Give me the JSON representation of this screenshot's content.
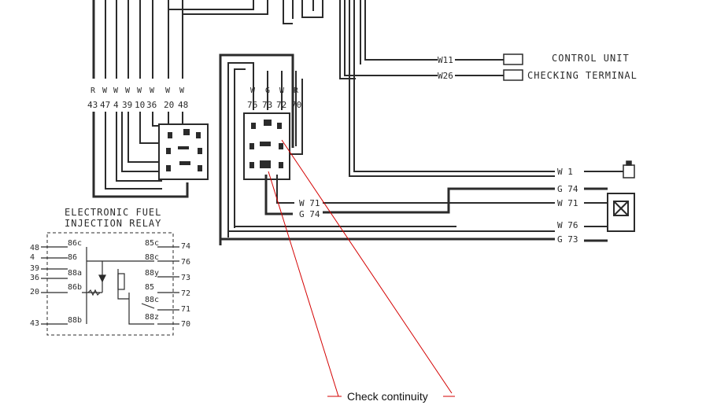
{
  "labels": {
    "control_unit": "CONTROL UNIT",
    "checking_terminal": "CHECKING TERMINAL",
    "relay_title_1": "ELECTRONIC FUEL",
    "relay_title_2": "INJECTION RELAY",
    "callout": "Check continuity"
  },
  "left_connector": {
    "colors": [
      "R",
      "W",
      "W",
      "W",
      "W",
      "W",
      "W",
      "W"
    ],
    "pins": [
      "43",
      "47",
      "4",
      "39",
      "10",
      "36",
      "20",
      "48"
    ]
  },
  "center_connector": {
    "colors": [
      "W",
      "G",
      "W",
      "R"
    ],
    "pins": [
      "76",
      "73",
      "72",
      "70"
    ]
  },
  "wire_tags": {
    "w11": "W11",
    "w26": "W26",
    "w1": "W 1",
    "g74_right": "G 74",
    "w71_right": "W 71",
    "w76_right": "W 76",
    "g73_right": "G 73",
    "w71_mid": "W 71",
    "g74_mid": "G 74"
  },
  "relay": {
    "left_pins": [
      "48",
      "4",
      "39",
      "36",
      "20",
      "43"
    ],
    "right_pins": [
      "74",
      "76",
      "73",
      "72",
      "71",
      "70"
    ],
    "inner_left": [
      "86c",
      "86",
      "88a",
      "86b",
      "88b"
    ],
    "inner_right": [
      "85c",
      "88c",
      "88y",
      "85",
      "88c",
      "88z"
    ]
  },
  "colors": {
    "wire": "#2b2b2b",
    "callout_line": "#d40000",
    "paper": "#ffffff"
  }
}
